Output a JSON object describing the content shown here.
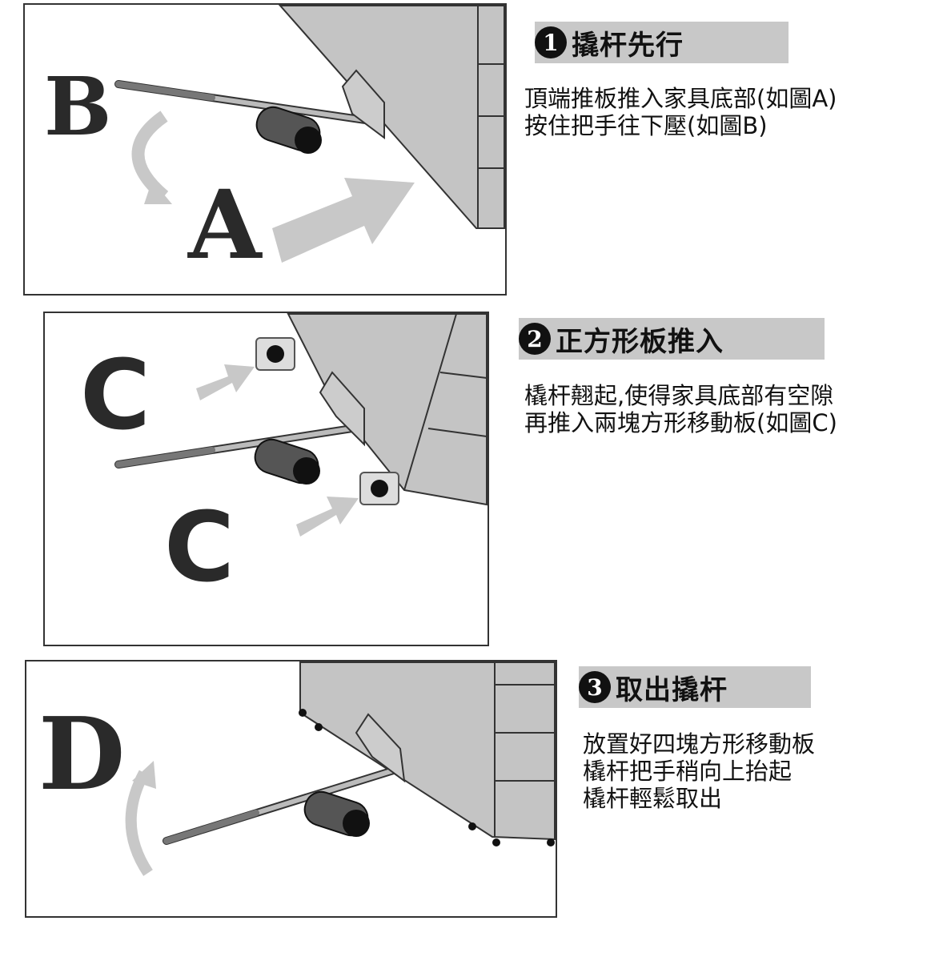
{
  "steps": [
    {
      "number": "1",
      "title": "撬杆先行",
      "lines": [
        "頂端推板推入家具底部(如圖A)",
        "按住把手往下壓(如圖B)"
      ],
      "labels": [
        "B",
        "A"
      ]
    },
    {
      "number": "2",
      "title": "正方形板推入",
      "lines": [
        "橇杆翹起,使得家具底部有空隙",
        "再推入兩塊方形移動板(如圖C)"
      ],
      "labels": [
        "C",
        "C"
      ]
    },
    {
      "number": "3",
      "title": "取出撬杆",
      "lines": [
        "放置好四塊方形移動板",
        "橇杆把手稍向上抬起",
        "橇杆輕鬆取出"
      ],
      "labels": [
        "D"
      ]
    }
  ]
}
